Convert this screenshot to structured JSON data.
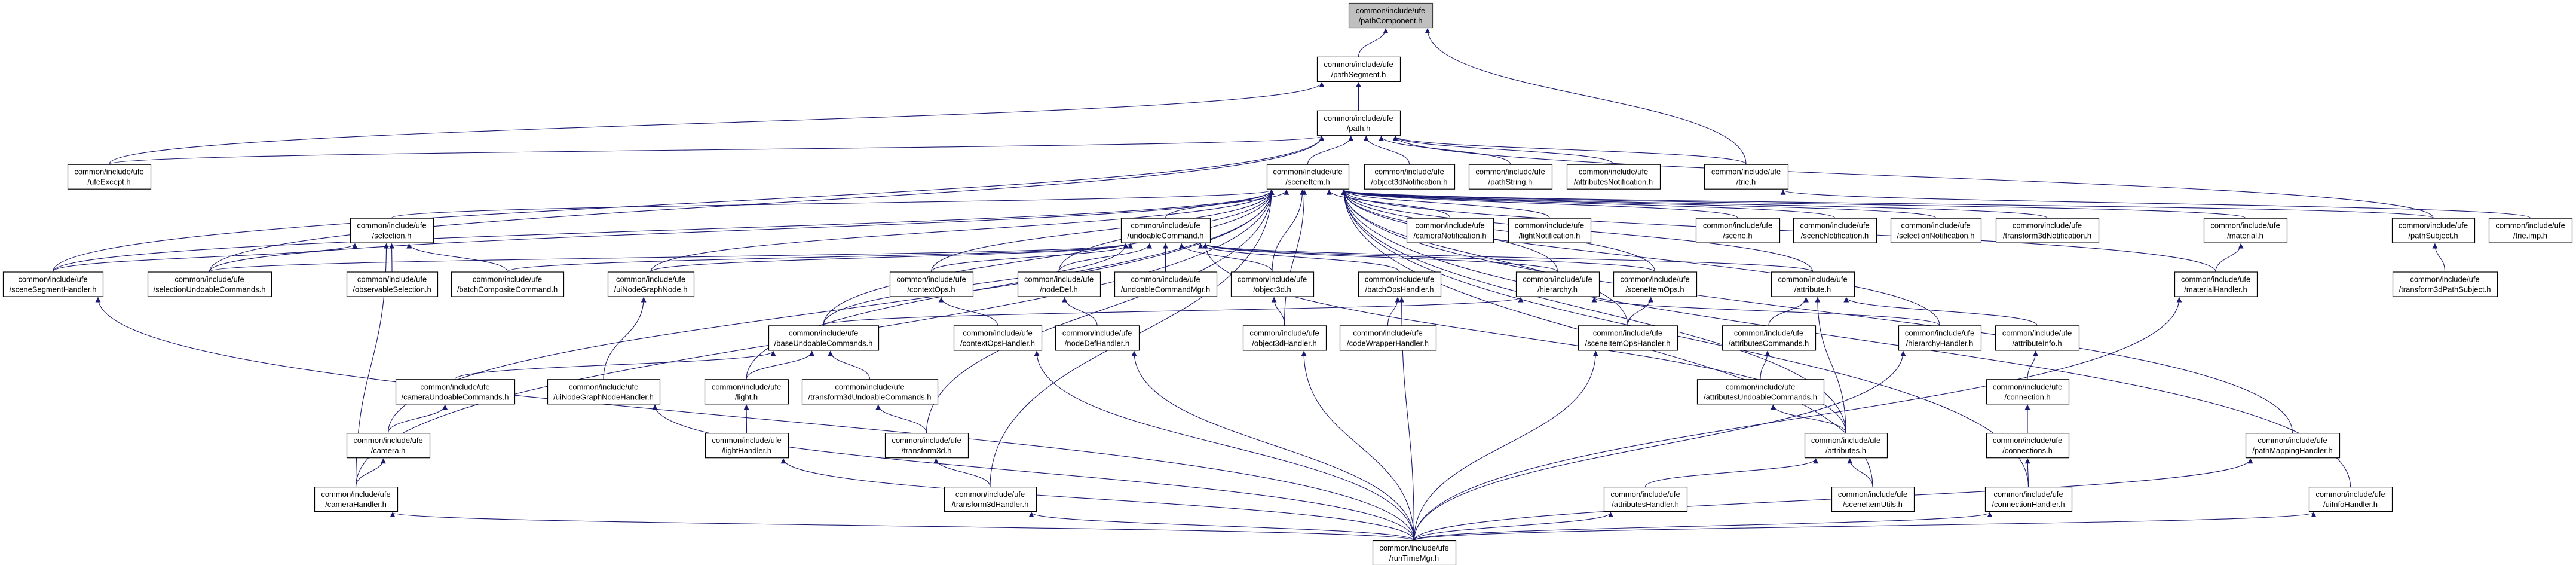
{
  "graph": {
    "prefix": "common/include/ufe",
    "edge_color": "#191970",
    "root_fill": "#bfbfbf",
    "nodes": [
      {
        "id": "pathComponent",
        "file": "/pathComponent.h"
      },
      {
        "id": "pathSegment",
        "file": "/pathSegment.h"
      },
      {
        "id": "path",
        "file": "/path.h"
      },
      {
        "id": "ufeExcept",
        "file": "/ufeExcept.h"
      },
      {
        "id": "sceneItem",
        "file": "/sceneItem.h"
      },
      {
        "id": "object3dNotification",
        "file": "/object3dNotification.h"
      },
      {
        "id": "pathString",
        "file": "/pathString.h"
      },
      {
        "id": "attributesNotification",
        "file": "/attributesNotification.h"
      },
      {
        "id": "trie",
        "file": "/trie.h"
      },
      {
        "id": "selection",
        "file": "/selection.h"
      },
      {
        "id": "undoableCommand",
        "file": "/undoableCommand.h"
      },
      {
        "id": "cameraNotification",
        "file": "/cameraNotification.h"
      },
      {
        "id": "lightNotification",
        "file": "/lightNotification.h"
      },
      {
        "id": "scene",
        "file": "/scene.h"
      },
      {
        "id": "sceneNotification",
        "file": "/sceneNotification.h"
      },
      {
        "id": "selectionNotification",
        "file": "/selectionNotification.h"
      },
      {
        "id": "transform3dNotification",
        "file": "/transform3dNotification.h"
      },
      {
        "id": "material",
        "file": "/material.h"
      },
      {
        "id": "pathSubject",
        "file": "/pathSubject.h"
      },
      {
        "id": "trieImp",
        "file": "/trie.imp.h"
      },
      {
        "id": "sceneSegmentHandler",
        "file": "/sceneSegmentHandler.h"
      },
      {
        "id": "selectionUndoableCommands",
        "file": "/selectionUndoableCommands.h"
      },
      {
        "id": "observableSelection",
        "file": "/observableSelection.h"
      },
      {
        "id": "batchCompositeCommand",
        "file": "/batchCompositeCommand.h"
      },
      {
        "id": "uiNodeGraphNode",
        "file": "/uiNodeGraphNode.h"
      },
      {
        "id": "contextOps",
        "file": "/contextOps.h"
      },
      {
        "id": "nodeDef",
        "file": "/nodeDef.h"
      },
      {
        "id": "undoableCommandMgr",
        "file": "/undoableCommandMgr.h"
      },
      {
        "id": "object3d",
        "file": "/object3d.h"
      },
      {
        "id": "batchOpsHandler",
        "file": "/batchOpsHandler.h"
      },
      {
        "id": "hierarchy",
        "file": "/hierarchy.h"
      },
      {
        "id": "sceneItemOps",
        "file": "/sceneItemOps.h"
      },
      {
        "id": "attribute",
        "file": "/attribute.h"
      },
      {
        "id": "materialHandler",
        "file": "/materialHandler.h"
      },
      {
        "id": "transform3dPathSubject",
        "file": "/transform3dPathSubject.h"
      },
      {
        "id": "baseUndoableCommands",
        "file": "/baseUndoableCommands.h"
      },
      {
        "id": "contextOpsHandler",
        "file": "/contextOpsHandler.h"
      },
      {
        "id": "nodeDefHandler",
        "file": "/nodeDefHandler.h"
      },
      {
        "id": "object3dHandler",
        "file": "/object3dHandler.h"
      },
      {
        "id": "codeWrapperHandler",
        "file": "/codeWrapperHandler.h"
      },
      {
        "id": "sceneItemOpsHandler",
        "file": "/sceneItemOpsHandler.h"
      },
      {
        "id": "attributesCommands",
        "file": "/attributesCommands.h"
      },
      {
        "id": "hierarchyHandler",
        "file": "/hierarchyHandler.h"
      },
      {
        "id": "attributeInfo",
        "file": "/attributeInfo.h"
      },
      {
        "id": "cameraUndoableCommands",
        "file": "/cameraUndoableCommands.h"
      },
      {
        "id": "uiNodeGraphNodeHandler",
        "file": "/uiNodeGraphNodeHandler.h"
      },
      {
        "id": "light",
        "file": "/light.h"
      },
      {
        "id": "transform3dUndoableCommands",
        "file": "/transform3dUndoableCommands.h"
      },
      {
        "id": "attributesUndoableCommands",
        "file": "/attributesUndoableCommands.h"
      },
      {
        "id": "connection",
        "file": "/connection.h"
      },
      {
        "id": "camera",
        "file": "/camera.h"
      },
      {
        "id": "lightHandler",
        "file": "/lightHandler.h"
      },
      {
        "id": "transform3d",
        "file": "/transform3d.h"
      },
      {
        "id": "attributes",
        "file": "/attributes.h"
      },
      {
        "id": "connections",
        "file": "/connections.h"
      },
      {
        "id": "pathMappingHandler",
        "file": "/pathMappingHandler.h"
      },
      {
        "id": "cameraHandler",
        "file": "/cameraHandler.h"
      },
      {
        "id": "transform3dHandler",
        "file": "/transform3dHandler.h"
      },
      {
        "id": "attributesHandler",
        "file": "/attributesHandler.h"
      },
      {
        "id": "sceneItemUtils",
        "file": "/sceneItemUtils.h"
      },
      {
        "id": "connectionHandler",
        "file": "/connectionHandler.h"
      },
      {
        "id": "uiInfoHandler",
        "file": "/uiInfoHandler.h"
      },
      {
        "id": "runTimeMgr",
        "file": "/runTimeMgr.h"
      }
    ],
    "edges": [
      [
        "pathSegment",
        "pathComponent"
      ],
      [
        "trie",
        "pathComponent"
      ],
      [
        "path",
        "pathSegment"
      ],
      [
        "ufeExcept",
        "pathSegment"
      ],
      [
        "ufeExcept",
        "path"
      ],
      [
        "sceneSegmentHandler",
        "path"
      ],
      [
        "selectionUndoableCommands",
        "path"
      ],
      [
        "sceneItem",
        "path"
      ],
      [
        "object3dNotification",
        "path"
      ],
      [
        "pathString",
        "path"
      ],
      [
        "attributesNotification",
        "path"
      ],
      [
        "trie",
        "path"
      ],
      [
        "pathSubject",
        "path"
      ],
      [
        "selection",
        "sceneItem"
      ],
      [
        "undoableCommand",
        "sceneItem"
      ],
      [
        "cameraNotification",
        "sceneItem"
      ],
      [
        "lightNotification",
        "sceneItem"
      ],
      [
        "scene",
        "sceneItem"
      ],
      [
        "sceneNotification",
        "sceneItem"
      ],
      [
        "selectionNotification",
        "sceneItem"
      ],
      [
        "transform3dNotification",
        "sceneItem"
      ],
      [
        "material",
        "sceneItem"
      ],
      [
        "pathSubject",
        "sceneItem"
      ],
      [
        "sceneSegmentHandler",
        "sceneItem"
      ],
      [
        "selectionUndoableCommands",
        "sceneItem"
      ],
      [
        "uiNodeGraphNode",
        "sceneItem"
      ],
      [
        "contextOps",
        "sceneItem"
      ],
      [
        "nodeDef",
        "sceneItem"
      ],
      [
        "object3d",
        "sceneItem"
      ],
      [
        "hierarchy",
        "sceneItem"
      ],
      [
        "sceneItemOps",
        "sceneItem"
      ],
      [
        "attribute",
        "sceneItem"
      ],
      [
        "baseUndoableCommands",
        "sceneItem"
      ],
      [
        "light",
        "sceneItem"
      ],
      [
        "camera",
        "sceneItem"
      ],
      [
        "cameraHandler",
        "sceneItem"
      ],
      [
        "transform3d",
        "sceneItem"
      ],
      [
        "transform3dHandler",
        "sceneItem"
      ],
      [
        "attributes",
        "sceneItem"
      ],
      [
        "sceneItemUtils",
        "sceneItem"
      ],
      [
        "connectionHandler",
        "sceneItem"
      ],
      [
        "uiInfoHandler",
        "sceneItem"
      ],
      [
        "pathMappingHandler",
        "sceneItem"
      ],
      [
        "hierarchyHandler",
        "sceneItem"
      ],
      [
        "sceneItemOpsHandler",
        "sceneItem"
      ],
      [
        "object3dHandler",
        "sceneItem"
      ],
      [
        "materialHandler",
        "sceneItem"
      ],
      [
        "trieImp",
        "trie"
      ],
      [
        "sceneSegmentHandler",
        "selection"
      ],
      [
        "observableSelection",
        "selection"
      ],
      [
        "batchCompositeCommand",
        "selection"
      ],
      [
        "cameraHandler",
        "selection"
      ],
      [
        "contextOps",
        "undoableCommand"
      ],
      [
        "nodeDef",
        "undoableCommand"
      ],
      [
        "undoableCommandMgr",
        "undoableCommand"
      ],
      [
        "object3d",
        "undoableCommand"
      ],
      [
        "batchOpsHandler",
        "undoableCommand"
      ],
      [
        "hierarchy",
        "undoableCommand"
      ],
      [
        "sceneItemOps",
        "undoableCommand"
      ],
      [
        "selectionUndoableCommands",
        "undoableCommand"
      ],
      [
        "batchCompositeCommand",
        "undoableCommand"
      ],
      [
        "uiNodeGraphNode",
        "undoableCommand"
      ],
      [
        "baseUndoableCommands",
        "undoableCommand"
      ],
      [
        "attribute",
        "undoableCommand"
      ],
      [
        "attributes",
        "undoableCommand"
      ],
      [
        "cameraUndoableCommands",
        "baseUndoableCommands"
      ],
      [
        "light",
        "baseUndoableCommands"
      ],
      [
        "transform3dUndoableCommands",
        "baseUndoableCommands"
      ],
      [
        "uiNodeGraphNodeHandler",
        "uiNodeGraphNode"
      ],
      [
        "camera",
        "cameraUndoableCommands"
      ],
      [
        "cameraHandler",
        "camera"
      ],
      [
        "lightHandler",
        "light"
      ],
      [
        "transform3d",
        "transform3dUndoableCommands"
      ],
      [
        "transform3dHandler",
        "transform3d"
      ],
      [
        "contextOpsHandler",
        "contextOps"
      ],
      [
        "nodeDefHandler",
        "nodeDef"
      ],
      [
        "object3dHandler",
        "object3d"
      ],
      [
        "codeWrapperHandler",
        "batchOpsHandler"
      ],
      [
        "sceneItemOpsHandler",
        "sceneItemOps"
      ],
      [
        "hierarchyHandler",
        "hierarchy"
      ],
      [
        "baseUndoableCommands",
        "hierarchy"
      ],
      [
        "attributesCommands",
        "attribute"
      ],
      [
        "attributes",
        "attribute"
      ],
      [
        "attributeInfo",
        "attribute"
      ],
      [
        "attributesUndoableCommands",
        "attributesCommands"
      ],
      [
        "attributes",
        "attributesUndoableCommands"
      ],
      [
        "sceneItemUtils",
        "attributes"
      ],
      [
        "attributesHandler",
        "attributes"
      ],
      [
        "connection",
        "attributeInfo"
      ],
      [
        "connections",
        "connection"
      ],
      [
        "connectionHandler",
        "connections"
      ],
      [
        "materialHandler",
        "material"
      ],
      [
        "transform3dPathSubject",
        "pathSubject"
      ],
      [
        "runTimeMgr",
        "sceneSegmentHandler"
      ],
      [
        "runTimeMgr",
        "cameraHandler"
      ],
      [
        "runTimeMgr",
        "uiNodeGraphNodeHandler"
      ],
      [
        "runTimeMgr",
        "lightHandler"
      ],
      [
        "runTimeMgr",
        "transform3dHandler"
      ],
      [
        "runTimeMgr",
        "contextOpsHandler"
      ],
      [
        "runTimeMgr",
        "nodeDefHandler"
      ],
      [
        "runTimeMgr",
        "object3dHandler"
      ],
      [
        "runTimeMgr",
        "batchOpsHandler"
      ],
      [
        "runTimeMgr",
        "sceneItemOpsHandler"
      ],
      [
        "runTimeMgr",
        "attributesHandler"
      ],
      [
        "runTimeMgr",
        "hierarchyHandler"
      ],
      [
        "runTimeMgr",
        "connectionHandler"
      ],
      [
        "runTimeMgr",
        "materialHandler"
      ],
      [
        "runTimeMgr",
        "pathMappingHandler"
      ],
      [
        "runTimeMgr",
        "uiInfoHandler"
      ]
    ]
  }
}
